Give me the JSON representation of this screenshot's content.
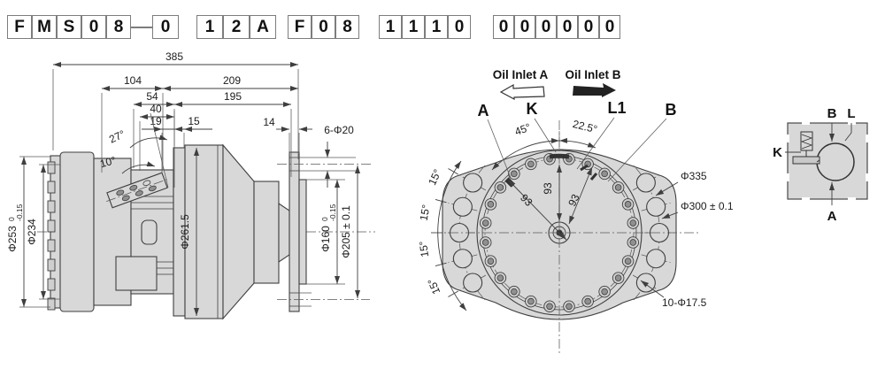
{
  "colors": {
    "line": "#3f3f3f",
    "fill": "#d8d8d8"
  },
  "code": {
    "g0": [
      "F",
      "M",
      "S",
      "0",
      "8"
    ],
    "g1": [
      "0"
    ],
    "g2": [
      "1",
      "2",
      "A"
    ],
    "g3": [
      "F",
      "0",
      "8"
    ],
    "g4": [
      "1",
      "1",
      "1",
      "0"
    ],
    "g5": [
      "0",
      "0",
      "0",
      "0",
      "0",
      "0"
    ]
  },
  "side_view": {
    "len_overall": "385",
    "len_104": "104",
    "len_209": "209",
    "len_54": "54",
    "len_195": "195",
    "len_40": "40",
    "len_19": "19",
    "len_15": "15",
    "len_14": "14",
    "holes": "6-Φ20",
    "angle_27": "27°",
    "angle_10": "10°",
    "dia_253": "Φ253",
    "dia_253_tol_top": "0",
    "dia_253_tol_bot": "-0.15",
    "dia_234": "Φ234",
    "dia_261": "Φ261.5",
    "dia_160": "Φ160",
    "dia_160_tol_top": "0",
    "dia_160_tol_bot": "-0.15",
    "dia_205": "Φ205 ± 0.1"
  },
  "front_view": {
    "oil_inlet_a": "Oil Inlet A",
    "oil_inlet_b": "Oil Inlet B",
    "port_a": "A",
    "port_k": "K",
    "port_l1": "L1",
    "port_b": "B",
    "angle_45": "45°",
    "angle_225": "22.5°",
    "angle_15": "15°",
    "radius_93": "93",
    "dia_335": "Φ335",
    "dia_300": "Φ300 ± 0.1",
    "holes": "10-Φ17.5"
  },
  "symbol": {
    "b": "B",
    "l": "L",
    "k": "K",
    "a": "A"
  }
}
